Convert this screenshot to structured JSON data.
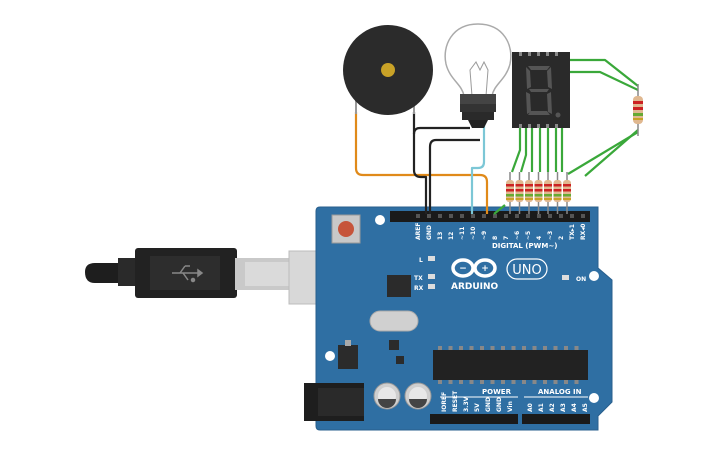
{
  "board": {
    "logo_text": "ARDUINO",
    "model": "UNO",
    "digital_header_label": "DIGITAL (PWM~)",
    "power_label": "POWER",
    "analog_label": "ANALOG IN",
    "led_l": "L",
    "led_tx": "TX",
    "led_rx": "RX",
    "on_label": "ON",
    "digital_pins": [
      "AREF",
      "GND",
      "13",
      "12",
      "~11",
      "~10",
      "~9",
      "8",
      "7",
      "~6",
      "~5",
      "4",
      "~3",
      "2",
      "TX▸1",
      "RX◂0"
    ],
    "power_pins": [
      "IOREF",
      "RESET",
      "3.3V",
      "5V",
      "GND",
      "GND",
      "Vin"
    ],
    "analog_pins": [
      "A0",
      "A1",
      "A2",
      "A3",
      "A4",
      "A5"
    ]
  },
  "display": {
    "digit": "8."
  },
  "colors": {
    "board": "#2f6fa3",
    "wire_green": "#3aa83a",
    "wire_black": "#222222",
    "wire_orange": "#e08a1a",
    "wire_cyan": "#7cc7d6"
  }
}
